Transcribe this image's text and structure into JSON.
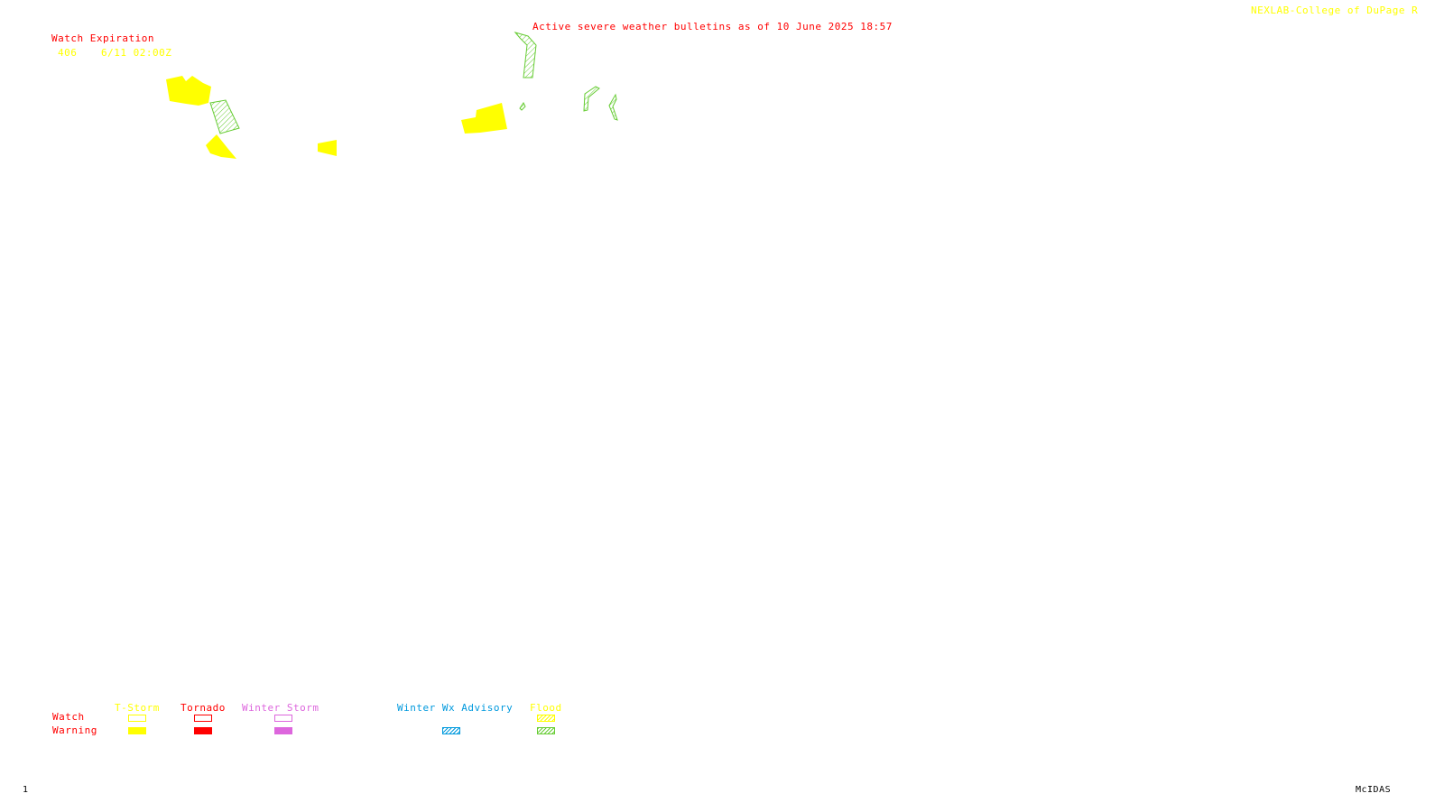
{
  "header": {
    "credit": "NEXLAB-College of DuPage R",
    "title": "Active severe weather bulletins as of 10 June 2025 18:57"
  },
  "watch_table": {
    "header": "Watch Expiration",
    "rows": [
      {
        "number": "406",
        "expiration": "6/11 02:00Z"
      }
    ]
  },
  "legend": {
    "row_labels": {
      "watch": "Watch",
      "warning": "Warning"
    },
    "categories": [
      {
        "key": "tstorm",
        "label": "T-Storm",
        "color": "#ffff00",
        "watch_style": "outline",
        "warning_style": "solid"
      },
      {
        "key": "tornado",
        "label": "Tornado",
        "color": "#ff0000",
        "watch_style": "outline",
        "warning_style": "solid"
      },
      {
        "key": "winter",
        "label": "Winter Storm",
        "color": "#dd66dd",
        "watch_style": "outline",
        "warning_style": "solid"
      },
      {
        "key": "wwadv",
        "label": "Winter Wx Advisory",
        "color": "#0099dd",
        "watch_style": "none",
        "warning_style": "hatched"
      },
      {
        "key": "flood",
        "label": "Flood",
        "color": "#ffff00",
        "warning_color": "#66cc33",
        "watch_style": "hatched",
        "warning_style": "hatched"
      }
    ]
  },
  "footer": {
    "frame": "1",
    "software": "McIDAS"
  },
  "colors": {
    "tstorm_warning": "#ffff00",
    "flood_warning": "#66cc33",
    "header_text": "#ff0000",
    "credit_text": "#ffff00"
  }
}
